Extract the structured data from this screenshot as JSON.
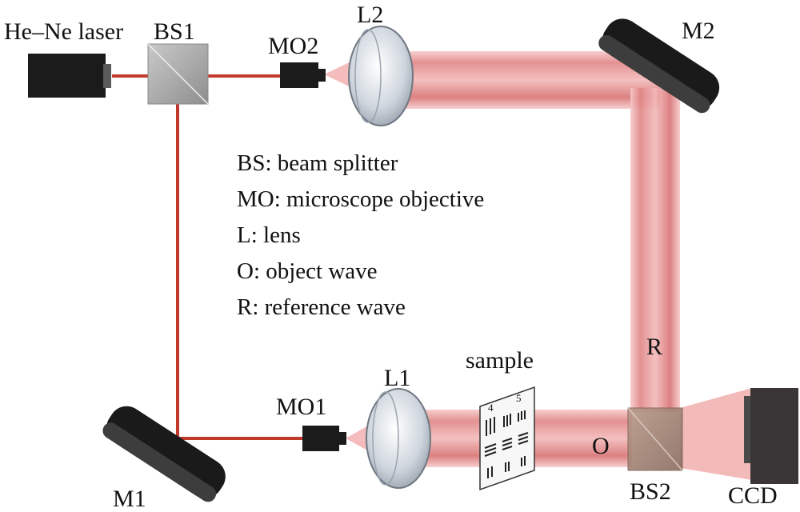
{
  "labels": {
    "laser": "He–Ne laser",
    "bs1": "BS1",
    "mo2": "MO2",
    "l2": "L2",
    "m2": "M2",
    "mo1": "MO1",
    "l1": "L1",
    "m1": "M1",
    "sample": "sample",
    "r": "R",
    "o": "O",
    "bs2": "BS2",
    "ccd": "CCD"
  },
  "legend": [
    "BS: beam splitter",
    "MO: microscope objective",
    "L: lens",
    "O: object wave",
    "R: reference wave"
  ],
  "target_chart": {
    "top_labels": [
      "4",
      "5"
    ]
  },
  "colors": {
    "beam_thin": "#c0392b",
    "beam_wide": "#e88a8a",
    "cube": "#9a9a9a",
    "dark_body": "#1b1b1b",
    "lens": "#c9d1da",
    "text": "#111111"
  }
}
